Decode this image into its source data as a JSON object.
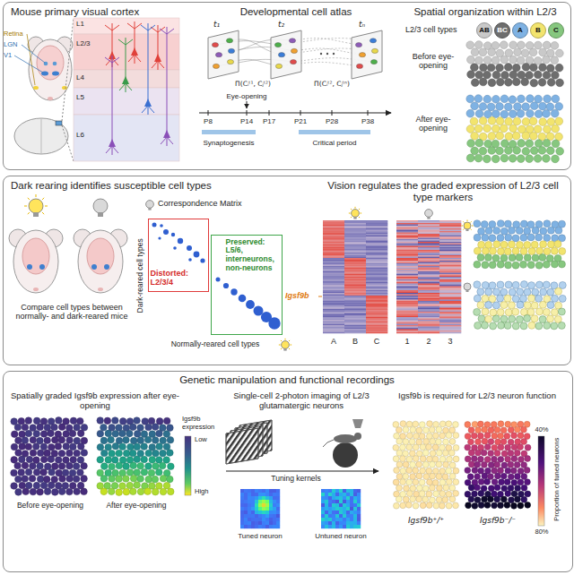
{
  "diagram": {
    "nodes": [
      {
        "text": [
          "Mouse primary visual cortex",
          "Developmental cell atlas",
          "Spatial organization within L2/3"
        ]
      },
      {
        "text": [
          "Dark rearing identifies susceptible cell types",
          "Vision regulates the graded expression of L2/3 cell type markers"
        ]
      },
      {
        "text": [
          "Distorted: L2/3/4"
        ],
        "in": 1
      },
      {
        "text": [
          "Preserved: L5/6, interneurons, non-neurons"
        ],
        "in": 1
      },
      {
        "text": [
          "Genetic manipulation and functional recordings",
          "Spatially graded Igsf9b expression after eye-opening",
          "Single-cell 2-photon imaging of L2/3 glutamatergic neurons",
          "Igsf9b is required for L2/3 neuron function"
        ]
      }
    ],
    "labels": [
      "Retina",
      "LGN",
      "V1",
      "L1",
      "L2/3",
      "L4",
      "L5",
      "L6",
      "t₁",
      "t₂",
      "tₙ",
      "Π(Cᵢᵗ¹, Cⱼᵗ²)",
      "Π(Cᵢᵗ², Cⱼᵗⁿ)",
      "Eye-opening",
      "P8",
      "P14",
      "P17",
      "P21",
      "P28",
      "P38",
      "Synaptogenesis",
      "Critical period",
      "L2/3 cell types",
      "Before eye-opening",
      "After eye-opening",
      "Compare cell types between normally- and dark-reared mice",
      "Correspondence Matrix",
      "Dark-reared cell types",
      "Normally-reared cell types",
      "A",
      "B",
      "C",
      "1",
      "2",
      "3",
      "Igsf9b",
      "Igsf9b expression",
      "Low",
      "High",
      "Before eye-opening",
      "After eye-opening",
      "Tuning kernels",
      "Tuned neuron",
      "Untuned neuron",
      "Igsf9b⁺/⁺",
      "Igsf9b⁻/⁻",
      "Proportion of tuned neurons",
      "40%",
      "80%"
    ],
    "legend": [
      {
        "text": "AB",
        "color": "#c9c9c9"
      },
      {
        "text": "BC",
        "color": "#6e6e6e"
      },
      {
        "text": "A",
        "color": "#7fb2e3"
      },
      {
        "text": "B",
        "color": "#f2e46e"
      },
      {
        "text": "C",
        "color": "#86c77f"
      }
    ]
  }
}
